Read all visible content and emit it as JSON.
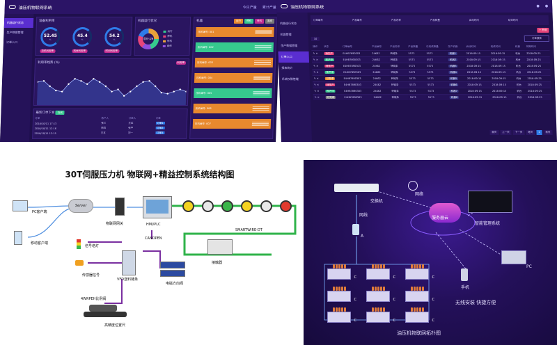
{
  "dashboard": {
    "app_title": "油压机物联网系统",
    "top_stats": [
      "今日产量",
      "累计产量"
    ],
    "nav": [
      "机器运行状态",
      "生产数据管理",
      "订单入口"
    ],
    "rate_title": "设备利用率",
    "gauges": [
      {
        "value": "52.45",
        "unit": "%",
        "label": "总机利用率"
      },
      {
        "value": "45.4",
        "unit": "%",
        "label": "机台利用率"
      },
      {
        "value": "54.2",
        "unit": "%",
        "label": "时间利用率"
      }
    ],
    "donut_title": "机器运行状况",
    "donut_center": "总计:26",
    "donut_legend": [
      "运行",
      "停机",
      "待机",
      "维修"
    ],
    "device_title": "机器",
    "device_buttons": [
      "运行",
      "停机",
      "待机",
      "离线"
    ],
    "devices": [
      {
        "name": "压机编号: 001",
        "color": "#e8892e"
      },
      {
        "name": "压机编号: 002",
        "color": "#36c98e"
      },
      {
        "name": "压机编号: 003",
        "color": "#e8892e"
      },
      {
        "name": "压机编号: 004",
        "color": "#e8892e"
      },
      {
        "name": "压机编号: 005",
        "color": "#36c98e"
      },
      {
        "name": "压机编号: 006",
        "color": "#e8892e"
      },
      {
        "name": "压机编号: 007",
        "color": "#e8892e"
      }
    ],
    "trend_title": "利用率趋势 (%)",
    "trend_badge": "利用率",
    "trend_values": [
      78,
      80,
      70,
      62,
      60,
      74,
      84,
      80,
      74,
      84,
      78,
      70,
      60,
      64,
      52,
      60,
      70,
      78,
      80,
      70,
      58,
      56,
      60,
      64,
      60
    ],
    "orders_title": "最新订单下发",
    "orders_badge": "在线",
    "order_headers": [
      "订单",
      "客户人",
      "订单人",
      "订单"
    ],
    "order_rows": [
      [
        "2018/10/11 17:13",
        "张三",
        "王红",
        "订单1"
      ],
      [
        "2018/10/11 12:16",
        "李四",
        "张平",
        "订单2"
      ],
      [
        "2018/10/11 12:15",
        "王五",
        "刘一",
        "订单3"
      ]
    ]
  },
  "orders_page": {
    "app_title": "油压机物联网系统",
    "nav": [
      "机器运行状态",
      "机器管理",
      "生产数据管理",
      "订单入口",
      "报表统计",
      "系统权限管理"
    ],
    "filter_headers": [
      "订单编号",
      "产品编号",
      "产品名称",
      "产品数量",
      "启动时间",
      "结束时间"
    ],
    "search_placeholder": "订单搜索",
    "new_button": "+ 新增",
    "page_size": "10",
    "col_headers": [
      "操作",
      "状态",
      "订单编号",
      "产品编号",
      "产品名称",
      "产品数量",
      "已完成数量",
      "生产机器",
      "启动时间",
      "完成时间",
      "机器",
      "到期时间"
    ],
    "rows": [
      {
        "status": "待生产",
        "color": "#e8457a",
        "id": "E4HB7890303",
        "pid": "24K62",
        "name": "转链条",
        "qty": "5573",
        "done": "5573",
        "machine": "机器1",
        "start": "2018-09-15",
        "end": "2018-09-15",
        "m": "机台",
        "due": "2018-09-25"
      },
      {
        "status": "生产中",
        "color": "#36c98e",
        "id": "E4HB7890303",
        "pid": "24K62",
        "name": "转链条",
        "qty": "5573",
        "done": "5573",
        "machine": "机器2",
        "start": "2018-09-15",
        "end": "2018-09-15",
        "m": "机台",
        "due": "2018-09-25"
      },
      {
        "status": "待生产",
        "color": "#e8457a",
        "id": "E4HB7890303",
        "pid": "24K62",
        "name": "转链条",
        "qty": "5573",
        "done": "5573",
        "machine": "机器3",
        "start": "2018-09-15",
        "end": "2018-09-15",
        "m": "机台",
        "due": "2018-09-25"
      },
      {
        "status": "生产中",
        "color": "#36c98e",
        "id": "E4HB7890303",
        "pid": "24K62",
        "name": "转链条",
        "qty": "5573",
        "done": "5573",
        "machine": "机器4",
        "start": "2018-09-15",
        "end": "2018-09-15",
        "m": "机台",
        "due": "2018-09-25"
      },
      {
        "status": "已暂停",
        "color": "#e8892e",
        "id": "E4HB7890303",
        "pid": "24K62",
        "name": "转链条",
        "qty": "5573",
        "done": "5573",
        "machine": "机器5",
        "start": "2018-09-15",
        "end": "2018-09-15",
        "m": "机台",
        "due": "2018-09-25"
      },
      {
        "status": "待生产",
        "color": "#e8457a",
        "id": "E4HB7890303",
        "pid": "24K62",
        "name": "转链条",
        "qty": "5573",
        "done": "5573",
        "machine": "机器6",
        "start": "2018-09-15",
        "end": "2018-09-15",
        "m": "机台",
        "due": "2018-09-25"
      },
      {
        "status": "生产中",
        "color": "#36c98e",
        "id": "E4HB7890303",
        "pid": "24K62",
        "name": "转链条",
        "qty": "5573",
        "done": "5573",
        "machine": "机器7",
        "start": "2018-09-15",
        "end": "2018-09-15",
        "m": "机台",
        "due": "2018-09-25"
      },
      {
        "status": "已完成",
        "color": "#8c8c8c",
        "id": "E4HB7890303",
        "pid": "24K62",
        "name": "转链条",
        "qty": "5573",
        "done": "5573",
        "machine": "机器8",
        "start": "2018-09-15",
        "end": "2018-09-15",
        "m": "机台",
        "due": "2018-09-25"
      }
    ],
    "pager": [
      "首页",
      "上一页",
      "下一页",
      "尾页",
      "1",
      "前往"
    ]
  },
  "diagram": {
    "title": "30T伺服压力机 物联网+精益控制系统结构图",
    "pc_client": "PC客户端",
    "mobile_client": "移动客户端",
    "server": "Server",
    "iot_gateway": "物联网网关",
    "hmi": "HMI/PLC",
    "canopen": "CANOPEN",
    "smartwire": "SMARTWIRE-DT",
    "contactor": "接触器",
    "signal_tower": "信号塔灯",
    "sensor": "传感器信号",
    "vfd": "VFD送料链条",
    "valve": "电磁方向阀",
    "prop_valve": "4WRPEH比例阀",
    "ruler": "高精度位置尺"
  },
  "topology": {
    "wireless": "网络",
    "switch": "交换机",
    "wire": "网线",
    "cloud": "服务器云",
    "system": "智能管理系统",
    "pc": "PC",
    "phone": "手机",
    "slogan": "无线安装 快捷方便",
    "caption": "油压机物联网拓扑图",
    "machine_letter": "C",
    "a_letter": "A"
  }
}
